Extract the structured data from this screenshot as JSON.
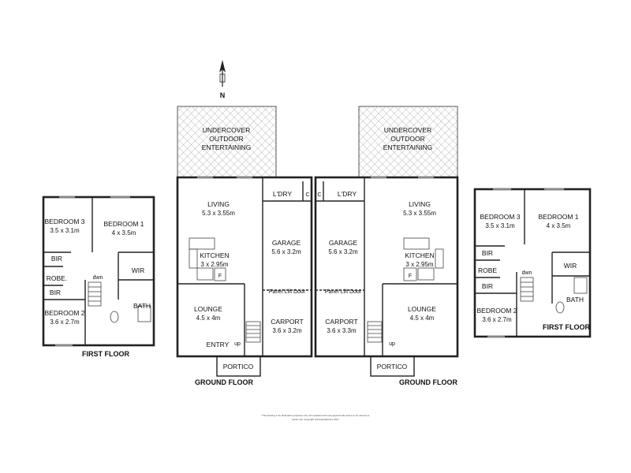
{
  "north": {
    "label": "N"
  },
  "units": [
    {
      "outdoor": [
        "UNDERCOVER",
        "OUTDOOR",
        "ENTERTAINING"
      ],
      "living": {
        "name": "LIVING",
        "dims": "5.3 x 3.55m"
      },
      "laundry": {
        "name": "L'DRY",
        "cupboard": "C"
      },
      "garage": {
        "name": "GARAGE",
        "dims": "5.6 x 3.2m"
      },
      "kitchen": {
        "name": "KITCHEN",
        "dims": "3 x 2.95m",
        "fridge": "F"
      },
      "lounge": {
        "name": "LOUNGE",
        "dims": "4.5 x 4m"
      },
      "carport": {
        "name": "CARPORT",
        "dims": "3.6 x 3.2m"
      },
      "panel_door": "Panel Lift Door",
      "entry": "ENTRY",
      "up": "up",
      "portico": "PORTICO",
      "floor_label": "GROUND FLOOR"
    },
    {
      "outdoor": [
        "UNDERCOVER",
        "OUTDOOR",
        "ENTERTAINING"
      ],
      "living": {
        "name": "LIVING",
        "dims": "5.3 x 3.55m"
      },
      "laundry": {
        "name": "L'DRY",
        "cupboard": "C"
      },
      "garage": {
        "name": "GARAGE",
        "dims": "5.6 x 3.2m"
      },
      "kitchen": {
        "name": "KITCHEN",
        "dims": "3 x 2.95m",
        "fridge": "F"
      },
      "lounge": {
        "name": "LOUNGE",
        "dims": "4.5 x 4m"
      },
      "carport": {
        "name": "CARPORT",
        "dims": "3.6  x 3.3m"
      },
      "panel_door": "Panel Lift Door",
      "up": "up",
      "portico": "PORTICO",
      "floor_label": "GROUND FLOOR"
    }
  ],
  "first_floors": [
    {
      "bedroom3": {
        "name": "BEDROOM 3",
        "dims": "3.5 x 3.1m"
      },
      "bedroom1": {
        "name": "BEDROOM 1",
        "dims": "4 x 3.5m"
      },
      "bedroom2": {
        "name": "BEDROOM 2",
        "dims": "3.6 x 2.7m"
      },
      "bir1": "BIR",
      "bir2": "BIR",
      "robe": "ROBE.",
      "wir": "WIR",
      "bath": "BATH",
      "dwn": "dwn",
      "floor_label": "FIRST FLOOR"
    },
    {
      "bedroom3": {
        "name": "BEDROOM 3",
        "dims": "3.5 x 3.1m"
      },
      "bedroom1": {
        "name": "BEDROOM 1",
        "dims": "4 x 3.5m"
      },
      "bedroom2": {
        "name": "BEDROOM 2",
        "dims": "3.6 x 2.7m"
      },
      "bir1": "BIR",
      "bir2": "BIR",
      "robe": "ROBE",
      "wir": "WIR",
      "bath": "BATH",
      "dwn": "dwn",
      "floor_label": "FIRST FLOOR"
    }
  ],
  "disclaimer": [
    "This drawing is for illustration purposes only. All measurements are approximate and is to be used as a",
    "guide only. Copyright Jeanswardphotos 2017"
  ]
}
